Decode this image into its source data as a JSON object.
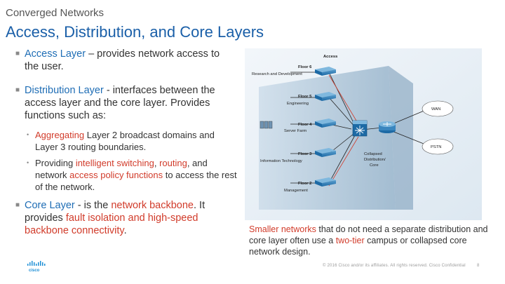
{
  "header": {
    "section": "Converged Networks",
    "title": "Access, Distribution, and Core Layers"
  },
  "bullets": {
    "access": {
      "term": "Access Layer",
      "rest": " – provides network access to the user."
    },
    "distribution": {
      "term": "Distribution Layer",
      "rest": " - interfaces between the access layer and the core layer. Provides functions such as:"
    },
    "sub1": {
      "hl": "Aggregating",
      "rest": " Layer 2 broadcast domains and Layer 3 routing boundaries."
    },
    "sub2": {
      "pre": "Providing ",
      "hl1": "intelligent switching",
      "mid1": ", ",
      "hl2": "routing",
      "mid2": ", and network ",
      "hl3": "access policy functions",
      "rest": " to access the rest of the network."
    },
    "core": {
      "term": "Core Layer",
      "mid": "  - is the ",
      "hl1": "network backbone",
      "mid2": ". It provides ",
      "hl2": "fault isolation and high-speed backbone connectivity",
      "end": "."
    }
  },
  "diagram": {
    "access_label": "Access",
    "floors": [
      {
        "name": "Floor 6",
        "desc": "Research and Development"
      },
      {
        "name": "Floor 5",
        "desc": "Engineering"
      },
      {
        "name": "Floor 4",
        "desc": "Server Farm"
      },
      {
        "name": "Floor 3",
        "desc": "Information Technology"
      },
      {
        "name": "Floor 2",
        "desc": "Management"
      }
    ],
    "collapsed_label": [
      "Collapsed",
      "Distribution/",
      "Core"
    ],
    "wan": "WAN",
    "pstn": "PSTN"
  },
  "caption": {
    "hl1": "Smaller networks",
    "mid": " that do not need a separate distribution and core layer often use a ",
    "hl2": "two-tier",
    "end": " campus or collapsed core network design."
  },
  "footer": {
    "copyright": "© 2016  Cisco and/or its affiliates. All rights reserved.   Cisco Confidential",
    "page": "8"
  },
  "colors": {
    "title": "#1a5fa8",
    "highlight": "#d13b2a",
    "bullet_text": "#1e6db5"
  }
}
